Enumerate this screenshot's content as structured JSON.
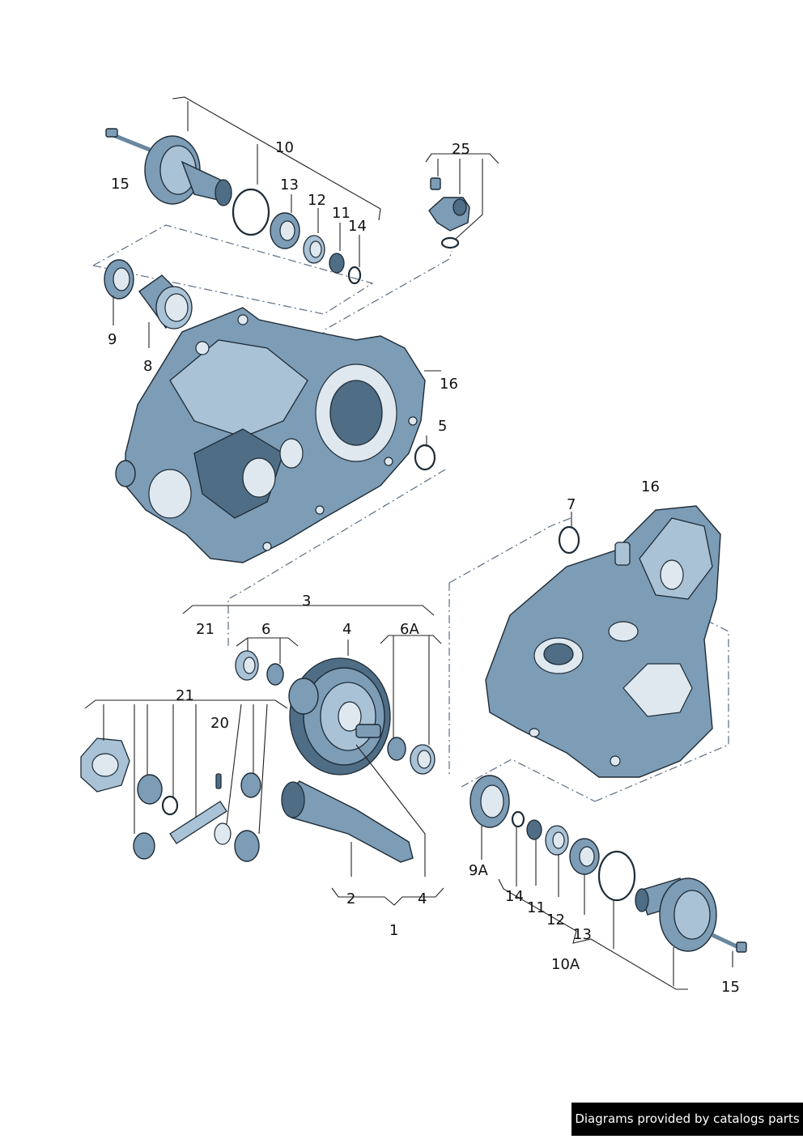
{
  "callouts": {
    "c15a": "15",
    "c10": "10",
    "c13a": "13",
    "c12a": "12",
    "c11a": "11",
    "c14a": "14",
    "c25": "25",
    "c9": "9",
    "c8": "8",
    "c16a": "16",
    "c5": "5",
    "c7": "7",
    "c16b": "16",
    "c3": "3",
    "c21a": "21",
    "c6": "6",
    "c4a": "4",
    "c6A": "6A",
    "c21b": "21",
    "c20": "20",
    "c2": "2",
    "c4b": "4",
    "c1": "1",
    "c9A": "9A",
    "c14b": "14",
    "c11b": "11",
    "c12b": "12",
    "c13b": "13",
    "c10A": "10A",
    "c15b": "15"
  },
  "footer": {
    "credit": "Diagrams provided by catalogs parts"
  },
  "colors": {
    "part": "#7d9cb5",
    "part_light": "#a9c2d6",
    "part_dark": "#4f6d85",
    "outline": "#1d2b36"
  }
}
